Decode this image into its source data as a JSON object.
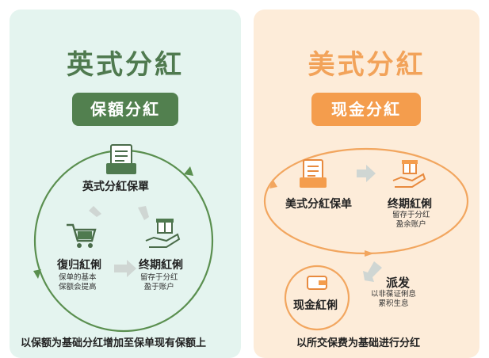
{
  "left": {
    "title": "英式分紅",
    "subtitle": "保額分紅",
    "nodes": {
      "policy": {
        "label": "英式分紅保單",
        "icon": "document-tray-icon"
      },
      "reversionary": {
        "label": "復归紅俐",
        "desc1": "保单的基本",
        "desc2": "保额会提高",
        "icon": "shopping-cart-icon"
      },
      "terminal": {
        "label": "终期紅俐",
        "desc1": "留存于分红",
        "desc2": "盈于账户",
        "icon": "gift-hand-icon"
      }
    },
    "footer": "以保额为基础分红增加至保单现有保额上",
    "colors": {
      "accent": "#52804f",
      "ring": "#5a8f4f",
      "arrow": "#cfd6d3"
    }
  },
  "right": {
    "title": "美式分紅",
    "subtitle": "现金分紅",
    "nodes": {
      "policy": {
        "label": "美式分紅保单",
        "icon": "document-tray-icon"
      },
      "terminal": {
        "label": "终期紅俐",
        "desc1": "留存于分红",
        "desc2": "盈余账户",
        "icon": "gift-hand-icon"
      },
      "dispatch": {
        "label": "派发",
        "desc1": "以非葆证俐息",
        "desc2": "累积生息"
      },
      "cash": {
        "label": "现金紅俐",
        "icon": "wallet-icon"
      }
    },
    "footer": "以所交保费为基础进行分红",
    "colors": {
      "accent": "#f49d4d",
      "ring": "#f2a65f",
      "arrow": "#cfd6d3"
    }
  }
}
